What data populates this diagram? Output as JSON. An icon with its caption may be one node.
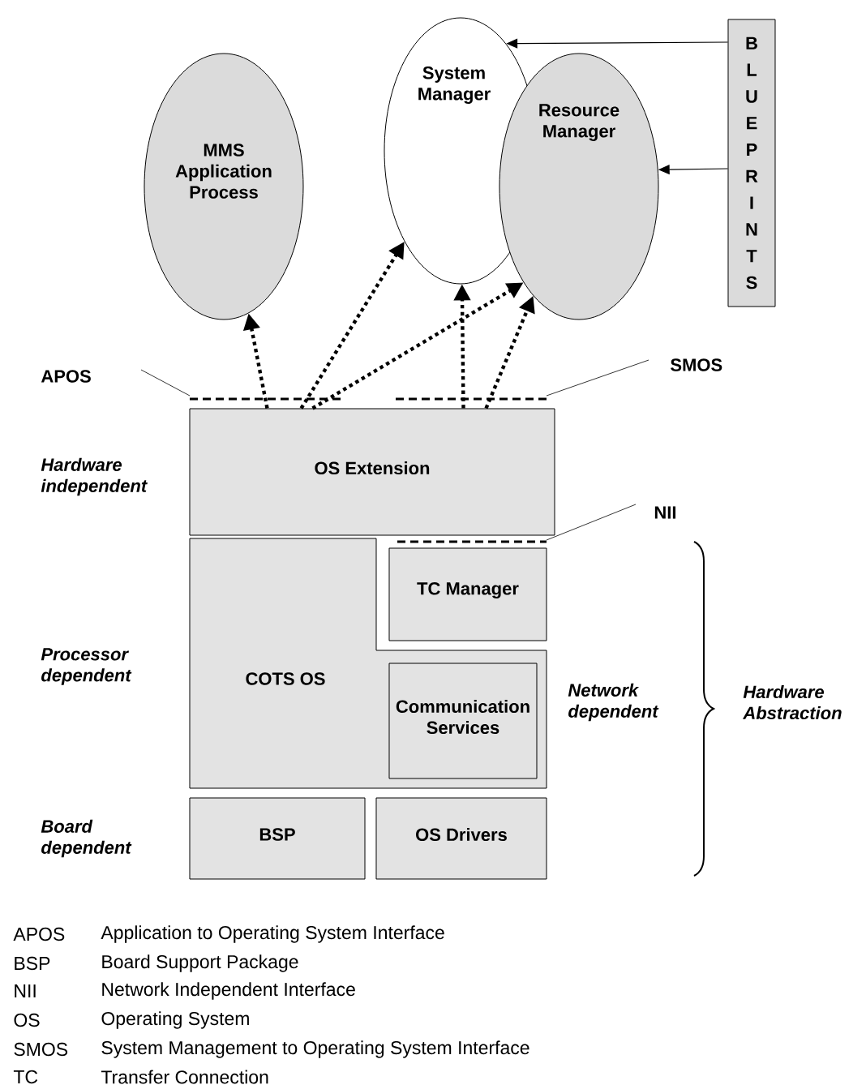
{
  "diagram": {
    "nodes": [
      {
        "text": [
          "MMS Application Process"
        ]
      },
      {
        "text": [
          "System Manager"
        ]
      },
      {
        "text": [
          "Resource Manager"
        ]
      },
      {
        "text": [
          "BLUEPRINTS"
        ]
      },
      {
        "text": [
          "OS Extension"
        ]
      },
      {
        "text": [
          "COTS OS"
        ]
      },
      {
        "text": [
          "TC Manager"
        ]
      },
      {
        "text": [
          "Communication Services"
        ],
        "in": 5
      },
      {
        "text": [
          "BSP"
        ]
      },
      {
        "text": [
          "OS Drivers"
        ]
      }
    ],
    "edges": [
      {
        "from": 4,
        "to": 0,
        "arrow": "to",
        "style": "dashed"
      },
      {
        "from": 4,
        "to": 1,
        "arrow": "to",
        "style": "dashed"
      },
      {
        "from": 4,
        "to": 2,
        "arrow": "to",
        "style": "dashed"
      },
      {
        "from": 4,
        "to": 1,
        "arrow": "to",
        "style": "dashed"
      },
      {
        "from": 4,
        "to": 2,
        "arrow": "to",
        "style": "dashed"
      },
      {
        "from": 3,
        "to": 1,
        "arrow": "to"
      },
      {
        "from": 3,
        "to": 2,
        "arrow": "to"
      }
    ],
    "labels": [
      "APOS",
      "SMOS",
      "Hardware independent",
      "NII",
      "Processor dependent",
      "Network dependent",
      "Hardware Abstraction",
      "Board dependent",
      "APOS",
      "Application to Operating System Interface",
      "BSP",
      "Board Support Package",
      "NII",
      "Network Independent Interface",
      "OS",
      "Operating System",
      "SMOS",
      "System Management to Operating System Interface",
      "TC",
      "Transfer Connection"
    ]
  }
}
